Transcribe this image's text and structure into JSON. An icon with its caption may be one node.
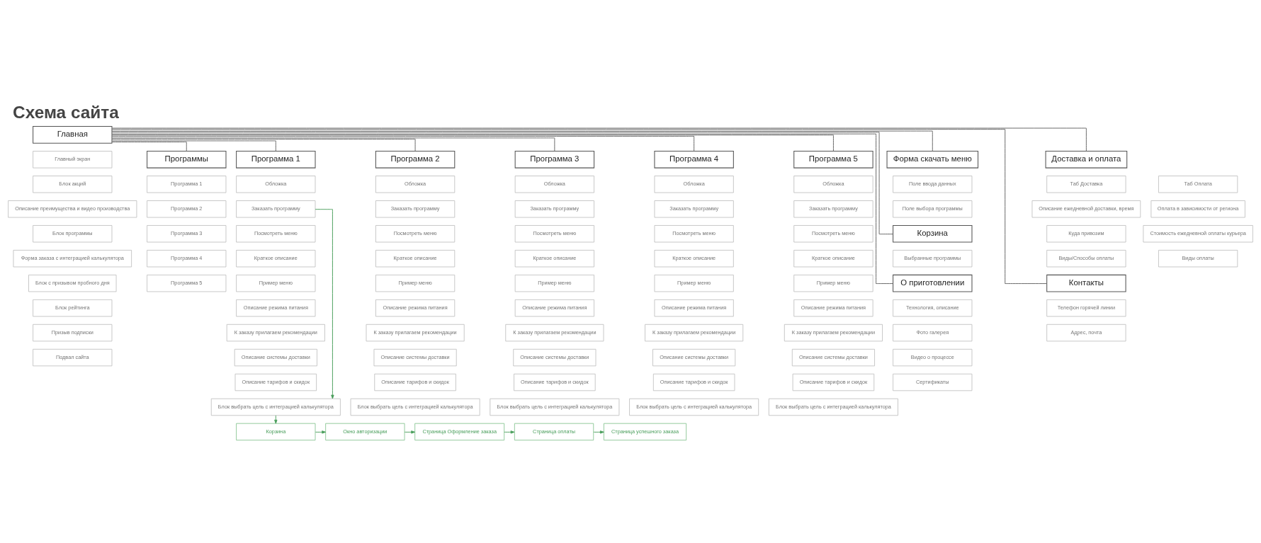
{
  "diagram": {
    "title": "Схема сайта",
    "nodes": [
      {
        "text": [
          "Главная"
        ]
      },
      {
        "text": [
          "Главный экран"
        ]
      },
      {
        "text": [
          "Блок акций"
        ]
      },
      {
        "text": [
          "Описание преимущества и видео производства"
        ]
      },
      {
        "text": [
          "Блок программы"
        ]
      },
      {
        "text": [
          "Форма заказа с интеграцией калькулятора"
        ]
      },
      {
        "text": [
          "Блок с призывом пробного дня"
        ]
      },
      {
        "text": [
          "Блок рейтинга"
        ]
      },
      {
        "text": [
          "Призыв подписки"
        ]
      },
      {
        "text": [
          "Подвал сайта"
        ]
      },
      {
        "text": [
          "Программы"
        ]
      },
      {
        "text": [
          "Программа 1"
        ]
      },
      {
        "text": [
          "Программа 2"
        ]
      },
      {
        "text": [
          "Программа 3"
        ]
      },
      {
        "text": [
          "Программа 4"
        ]
      },
      {
        "text": [
          "Программа 5"
        ]
      },
      {
        "text": [
          "Программа 1"
        ]
      },
      {
        "text": [
          "Обложка"
        ]
      },
      {
        "text": [
          "Заказать программу"
        ]
      },
      {
        "text": [
          "Посмотреть меню"
        ]
      },
      {
        "text": [
          "Краткое описание"
        ]
      },
      {
        "text": [
          "Пример меню"
        ]
      },
      {
        "text": [
          "Описание режима питания"
        ]
      },
      {
        "text": [
          "К заказу прилагаем рекомендации"
        ]
      },
      {
        "text": [
          "Описание системы доставки"
        ]
      },
      {
        "text": [
          "Описание тарифов и скидок"
        ]
      },
      {
        "text": [
          "Блок выбрать цель с интеграцией калькулятора"
        ]
      },
      {
        "text": [
          "Программа 2"
        ]
      },
      {
        "text": [
          "Обложка"
        ]
      },
      {
        "text": [
          "Заказать программу"
        ]
      },
      {
        "text": [
          "Посмотреть меню"
        ]
      },
      {
        "text": [
          "Краткое описание"
        ]
      },
      {
        "text": [
          "Пример меню"
        ]
      },
      {
        "text": [
          "Описание режима питания"
        ]
      },
      {
        "text": [
          "К заказу прилагаем рекомендации"
        ]
      },
      {
        "text": [
          "Описание системы доставки"
        ]
      },
      {
        "text": [
          "Описание тарифов и скидок"
        ]
      },
      {
        "text": [
          "Блок выбрать цель с интеграцией калькулятора"
        ]
      },
      {
        "text": [
          "Программа 3"
        ]
      },
      {
        "text": [
          "Обложка"
        ]
      },
      {
        "text": [
          "Заказать программу"
        ]
      },
      {
        "text": [
          "Посмотреть меню"
        ]
      },
      {
        "text": [
          "Краткое описание"
        ]
      },
      {
        "text": [
          "Пример меню"
        ]
      },
      {
        "text": [
          "Описание режима питания"
        ]
      },
      {
        "text": [
          "К заказу прилагаем рекомендации"
        ]
      },
      {
        "text": [
          "Описание системы доставки"
        ]
      },
      {
        "text": [
          "Описание тарифов и скидок"
        ]
      },
      {
        "text": [
          "Блок выбрать цель с интеграцией калькулятора"
        ]
      },
      {
        "text": [
          "Программа 4"
        ]
      },
      {
        "text": [
          "Обложка"
        ]
      },
      {
        "text": [
          "Заказать программу"
        ]
      },
      {
        "text": [
          "Посмотреть меню"
        ]
      },
      {
        "text": [
          "Краткое описание"
        ]
      },
      {
        "text": [
          "Пример меню"
        ]
      },
      {
        "text": [
          "Описание режима питания"
        ]
      },
      {
        "text": [
          "К заказу прилагаем рекомендации"
        ]
      },
      {
        "text": [
          "Описание системы доставки"
        ]
      },
      {
        "text": [
          "Описание тарифов и скидок"
        ]
      },
      {
        "text": [
          "Блок выбрать цель с интеграцией калькулятора"
        ]
      },
      {
        "text": [
          "Программа 5"
        ]
      },
      {
        "text": [
          "Обложка"
        ]
      },
      {
        "text": [
          "Заказать программу"
        ]
      },
      {
        "text": [
          "Посмотреть меню"
        ]
      },
      {
        "text": [
          "Краткое описание"
        ]
      },
      {
        "text": [
          "Пример меню"
        ]
      },
      {
        "text": [
          "Описание режима питания"
        ]
      },
      {
        "text": [
          "К заказу прилагаем рекомендации"
        ]
      },
      {
        "text": [
          "Описание системы доставки"
        ]
      },
      {
        "text": [
          "Описание тарифов и скидок"
        ]
      },
      {
        "text": [
          "Блок выбрать цель с интеграцией калькулятора"
        ]
      },
      {
        "text": [
          "Корзина"
        ]
      },
      {
        "text": [
          "Окно авторизации"
        ]
      },
      {
        "text": [
          "Страница Оформление заказа"
        ]
      },
      {
        "text": [
          "Страница оплаты"
        ]
      },
      {
        "text": [
          "Страница успешного заказа"
        ]
      },
      {
        "text": [
          "Форма скачать меню"
        ]
      },
      {
        "text": [
          "Поле ввода данных"
        ]
      },
      {
        "text": [
          "Поле выбора программы"
        ]
      },
      {
        "text": [
          "Корзина"
        ]
      },
      {
        "text": [
          "Выбранные программы"
        ]
      },
      {
        "text": [
          "О приготовлении"
        ]
      },
      {
        "text": [
          "Технология, описание"
        ]
      },
      {
        "text": [
          "Фото галерея"
        ]
      },
      {
        "text": [
          "Видео о процессе"
        ]
      },
      {
        "text": [
          "Сертификаты"
        ]
      },
      {
        "text": [
          "Доставка и оплата"
        ]
      },
      {
        "text": [
          "Таб Доставка"
        ]
      },
      {
        "text": [
          "Таб Оплата"
        ]
      },
      {
        "text": [
          "Описание ежедневной доставки, время"
        ]
      },
      {
        "text": [
          "Оплата в зависимости от региона"
        ]
      },
      {
        "text": [
          "Куда привозим"
        ]
      },
      {
        "text": [
          "Стоимость ежедневной оплаты курьера"
        ]
      },
      {
        "text": [
          "Виды/Способы оплаты"
        ]
      },
      {
        "text": [
          "Виды оплаты"
        ]
      },
      {
        "text": [
          "Контакты"
        ]
      },
      {
        "text": [
          "Телефон горячей линии"
        ]
      },
      {
        "text": [
          "Адрес, почта"
        ]
      }
    ],
    "edges": [
      {
        "from": 0,
        "to": 10,
        "arrow": "none"
      },
      {
        "from": 0,
        "to": 16,
        "arrow": "none"
      },
      {
        "from": 0,
        "to": 27,
        "arrow": "none"
      },
      {
        "from": 0,
        "to": 38,
        "arrow": "none"
      },
      {
        "from": 0,
        "to": 49,
        "arrow": "none"
      },
      {
        "from": 0,
        "to": 60,
        "arrow": "none"
      },
      {
        "from": 0,
        "to": 76,
        "arrow": "none"
      },
      {
        "from": 0,
        "to": 79,
        "arrow": "none"
      },
      {
        "from": 0,
        "to": 81,
        "arrow": "none"
      },
      {
        "from": 0,
        "to": 86,
        "arrow": "none"
      },
      {
        "from": 0,
        "to": 95,
        "arrow": "none"
      },
      {
        "from": 18,
        "to": 26,
        "arrow": "to",
        "color": "#4a9e5c"
      },
      {
        "from": 26,
        "to": 71,
        "arrow": "to",
        "color": "#4a9e5c"
      },
      {
        "from": 71,
        "to": 72,
        "arrow": "to",
        "color": "#4a9e5c"
      },
      {
        "from": 72,
        "to": 73,
        "arrow": "to",
        "color": "#4a9e5c"
      },
      {
        "from": 73,
        "to": 74,
        "arrow": "to",
        "color": "#4a9e5c"
      },
      {
        "from": 74,
        "to": 75,
        "arrow": "to",
        "color": "#4a9e5c"
      }
    ]
  }
}
